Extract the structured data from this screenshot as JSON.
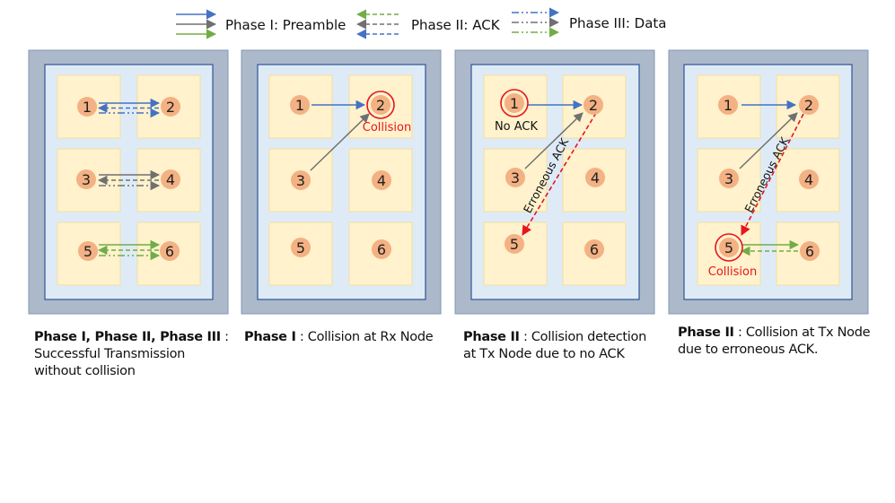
{
  "legend": {
    "phase1_label": "Phase I: Preamble",
    "phase2_label": "Phase II: ACK",
    "phase3_label": "Phase III: Data"
  },
  "colors": {
    "blue": "#4472c4",
    "gray": "#707070",
    "green": "#70ad47",
    "red": "#e8141e",
    "frame": "#acb9ca",
    "inner": "#deebf7",
    "cell": "#fff2cc",
    "node": "#f4b183"
  },
  "panels": [
    {
      "nodes": [
        "1",
        "2",
        "3",
        "4",
        "5",
        "6"
      ],
      "caption_bold": "Phase I, Phase II, Phase III",
      "caption_rest": " : Successful Transmission without collision"
    },
    {
      "nodes": [
        "1",
        "2",
        "3",
        "4",
        "5",
        "6"
      ],
      "collision_label": "Collision",
      "caption_bold": "Phase I",
      "caption_rest": " : Collision at Rx Node"
    },
    {
      "nodes": [
        "1",
        "2",
        "3",
        "4",
        "5",
        "6"
      ],
      "no_ack_label": "No ACK",
      "erroneous_label": "Erroneous ACK",
      "caption_bold": "Phase II",
      "caption_rest": " : Collision detection at Tx Node due to no ACK"
    },
    {
      "nodes": [
        "1",
        "2",
        "3",
        "4",
        "5",
        "6"
      ],
      "erroneous_label": "Erroneous ACK",
      "collision_label": "Collision",
      "caption_bold": "Phase II",
      "caption_rest": " : Collision at Tx Node due to erroneous ACK."
    }
  ]
}
